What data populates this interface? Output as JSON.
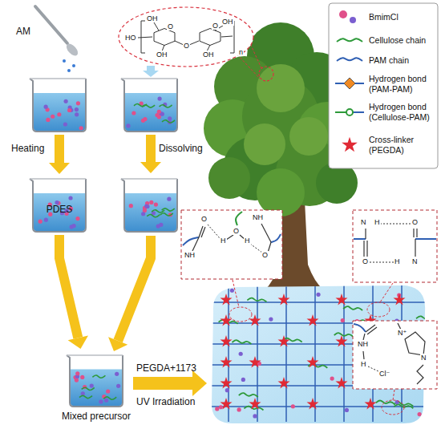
{
  "diagram": {
    "nodes": [
      {
        "text": [
          "AM"
        ]
      },
      {
        "text": [
          "PDES"
        ]
      },
      {
        "text": [
          "Mixed precursor"
        ]
      }
    ],
    "edges": [
      {
        "from": 0,
        "to": 1,
        "arrow": "to",
        "label": "Heating"
      },
      {
        "from": 1,
        "to": 2,
        "arrow": "to"
      }
    ],
    "labels": [
      "Dissolving",
      "PEGDA+1173",
      "UV Irradiation",
      "OH",
      "O",
      "HO",
      "OH",
      "O",
      "O",
      "OH",
      "OH",
      "n",
      "O",
      "NH",
      "H",
      "O",
      "H",
      "O",
      "NH",
      "N",
      "H",
      "O",
      "O",
      "H",
      "N",
      "NH",
      "H",
      "Cl⁻",
      "N⁺",
      "N"
    ],
    "legend": [
      {
        "text": "BmimCl"
      },
      {
        "text": "Cellulose chain"
      },
      {
        "text": "PAM chain"
      },
      {
        "text": "Hydrogen bond (PAM-PAM)"
      },
      {
        "text": "Hydrogen bond (Cellulose-PAM)"
      },
      {
        "text": "Cross-linker (PEGDA)"
      }
    ]
  }
}
